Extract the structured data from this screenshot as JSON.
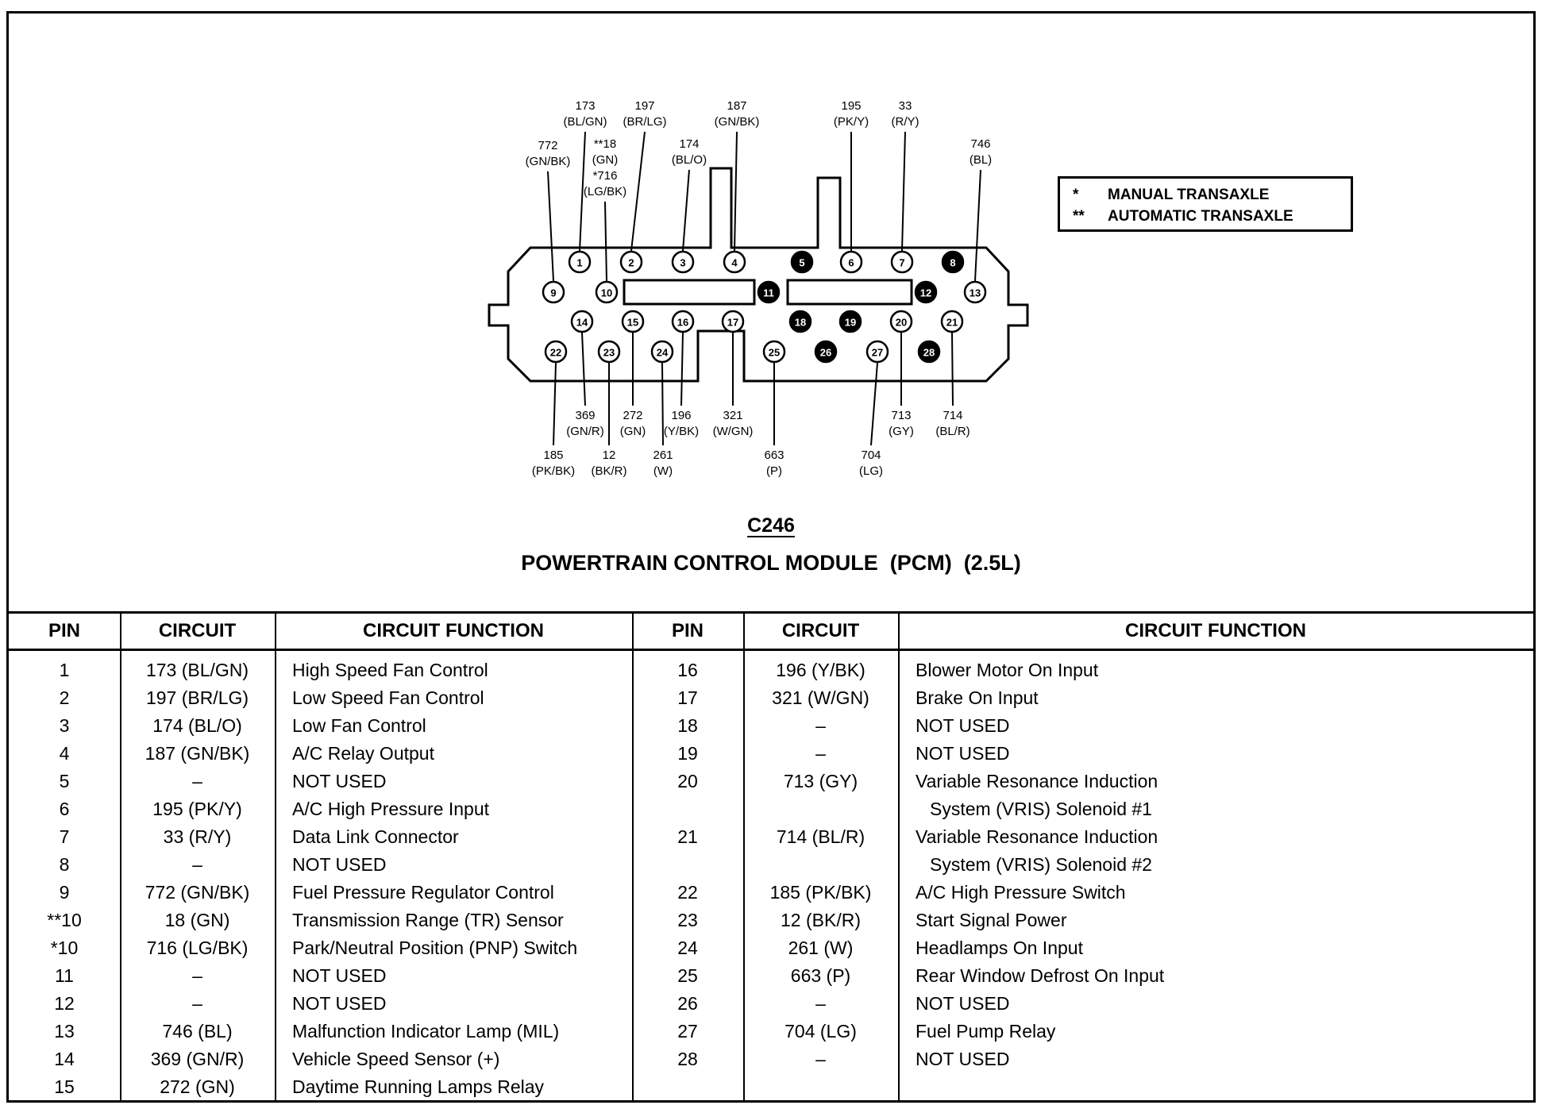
{
  "legend": {
    "items": [
      {
        "symbol": "*",
        "label": "MANUAL TRANSAXLE"
      },
      {
        "symbol": "**",
        "label": "AUTOMATIC TRANSAXLE"
      }
    ]
  },
  "connector": {
    "id_label": "C246",
    "title": "POWERTRAIN CONTROL MODULE  (PCM)  (2.5L)",
    "pins": [
      {
        "n": "1",
        "used": true
      },
      {
        "n": "2",
        "used": true
      },
      {
        "n": "3",
        "used": true
      },
      {
        "n": "4",
        "used": true
      },
      {
        "n": "5",
        "used": false
      },
      {
        "n": "6",
        "used": true
      },
      {
        "n": "7",
        "used": true
      },
      {
        "n": "8",
        "used": false
      },
      {
        "n": "9",
        "used": true
      },
      {
        "n": "10",
        "used": true
      },
      {
        "n": "11",
        "used": false
      },
      {
        "n": "12",
        "used": false
      },
      {
        "n": "13",
        "used": true
      },
      {
        "n": "14",
        "used": true
      },
      {
        "n": "15",
        "used": true
      },
      {
        "n": "16",
        "used": true
      },
      {
        "n": "17",
        "used": true
      },
      {
        "n": "18",
        "used": false
      },
      {
        "n": "19",
        "used": false
      },
      {
        "n": "20",
        "used": true
      },
      {
        "n": "21",
        "used": true
      },
      {
        "n": "22",
        "used": true
      },
      {
        "n": "23",
        "used": true
      },
      {
        "n": "24",
        "used": true
      },
      {
        "n": "25",
        "used": true
      },
      {
        "n": "26",
        "used": false
      },
      {
        "n": "27",
        "used": true
      },
      {
        "n": "28",
        "used": false
      }
    ],
    "top_labels": [
      {
        "lines": [
          "772",
          "(GN/BK)"
        ],
        "pin": 9
      },
      {
        "lines": [
          "173",
          "(BL/GN)"
        ],
        "pin": 1
      },
      {
        "lines": [
          "**18",
          "(GN)",
          "*716",
          "(LG/BK)"
        ],
        "pin": 10
      },
      {
        "lines": [
          "197",
          "(BR/LG)"
        ],
        "pin": 2
      },
      {
        "lines": [
          "174",
          "(BL/O)"
        ],
        "pin": 3
      },
      {
        "lines": [
          "187",
          "(GN/BK)"
        ],
        "pin": 4
      },
      {
        "lines": [
          "195",
          "(PK/Y)"
        ],
        "pin": 6
      },
      {
        "lines": [
          "33",
          "(R/Y)"
        ],
        "pin": 7
      },
      {
        "lines": [
          "746",
          "(BL)"
        ],
        "pin": 13
      }
    ],
    "bottom_labels": [
      {
        "lines": [
          "369",
          "(GN/R)"
        ],
        "pin": 14
      },
      {
        "lines": [
          "272",
          "(GN)"
        ],
        "pin": 15
      },
      {
        "lines": [
          "196",
          "(Y/BK)"
        ],
        "pin": 16
      },
      {
        "lines": [
          "321",
          "(W/GN)"
        ],
        "pin": 17
      },
      {
        "lines": [
          "713",
          "(GY)"
        ],
        "pin": 20
      },
      {
        "lines": [
          "714",
          "(BL/R)"
        ],
        "pin": 21
      },
      {
        "lines": [
          "185",
          "(PK/BK)"
        ],
        "pin": 22
      },
      {
        "lines": [
          "12",
          "(BK/R)"
        ],
        "pin": 23
      },
      {
        "lines": [
          "261",
          "(W)"
        ],
        "pin": 24
      },
      {
        "lines": [
          "663",
          "(P)"
        ],
        "pin": 25
      },
      {
        "lines": [
          "704",
          "(LG)"
        ],
        "pin": 27
      }
    ]
  },
  "table": {
    "headers": [
      "PIN",
      "CIRCUIT",
      "CIRCUIT FUNCTION"
    ],
    "left_rows": [
      {
        "pin": "1",
        "circuit": "173 (BL/GN)",
        "func": "High Speed Fan Control"
      },
      {
        "pin": "2",
        "circuit": "197 (BR/LG)",
        "func": "Low Speed Fan Control"
      },
      {
        "pin": "3",
        "circuit": "174 (BL/O)",
        "func": "Low Fan Control"
      },
      {
        "pin": "4",
        "circuit": "187 (GN/BK)",
        "func": "A/C Relay Output"
      },
      {
        "pin": "5",
        "circuit": "–",
        "func": "NOT USED"
      },
      {
        "pin": "6",
        "circuit": "195 (PK/Y)",
        "func": "A/C High Pressure Input"
      },
      {
        "pin": "7",
        "circuit": "33 (R/Y)",
        "func": "Data Link Connector"
      },
      {
        "pin": "8",
        "circuit": "–",
        "func": "NOT USED"
      },
      {
        "pin": "9",
        "circuit": "772 (GN/BK)",
        "func": "Fuel Pressure Regulator Control"
      },
      {
        "pin": "**10",
        "circuit": "18 (GN)",
        "func": "Transmission Range (TR) Sensor"
      },
      {
        "pin": "*10",
        "circuit": "716 (LG/BK)",
        "func": "Park/Neutral Position (PNP) Switch"
      },
      {
        "pin": "11",
        "circuit": "–",
        "func": "NOT USED"
      },
      {
        "pin": "12",
        "circuit": "–",
        "func": "NOT USED"
      },
      {
        "pin": "13",
        "circuit": "746 (BL)",
        "func": "Malfunction Indicator Lamp (MIL)"
      },
      {
        "pin": "14",
        "circuit": "369 (GN/R)",
        "func": "Vehicle Speed Sensor (+)"
      },
      {
        "pin": "15",
        "circuit": "272 (GN)",
        "func": "Daytime Running Lamps Relay"
      }
    ],
    "right_rows": [
      {
        "pin": "16",
        "circuit": "196 (Y/BK)",
        "func": "Blower Motor On Input"
      },
      {
        "pin": "17",
        "circuit": "321 (W/GN)",
        "func": "Brake On Input"
      },
      {
        "pin": "18",
        "circuit": "–",
        "func": "NOT USED"
      },
      {
        "pin": "19",
        "circuit": "–",
        "func": "NOT USED"
      },
      {
        "pin": "20",
        "circuit": "713 (GY)",
        "func": "Variable Resonance Induction",
        "func2": "System (VRIS) Solenoid #1"
      },
      {
        "pin": "21",
        "circuit": "714 (BL/R)",
        "func": "Variable Resonance Induction",
        "func2": "System (VRIS) Solenoid #2"
      },
      {
        "pin": "22",
        "circuit": "185 (PK/BK)",
        "func": "A/C High Pressure Switch"
      },
      {
        "pin": "23",
        "circuit": "12 (BK/R)",
        "func": "Start Signal Power"
      },
      {
        "pin": "24",
        "circuit": "261 (W)",
        "func": "Headlamps On Input"
      },
      {
        "pin": "25",
        "circuit": "663 (P)",
        "func": "Rear Window Defrost On Input"
      },
      {
        "pin": "26",
        "circuit": "–",
        "func": "NOT USED"
      },
      {
        "pin": "27",
        "circuit": "704 (LG)",
        "func": "Fuel Pump Relay"
      },
      {
        "pin": "28",
        "circuit": "–",
        "func": "NOT USED"
      }
    ]
  }
}
